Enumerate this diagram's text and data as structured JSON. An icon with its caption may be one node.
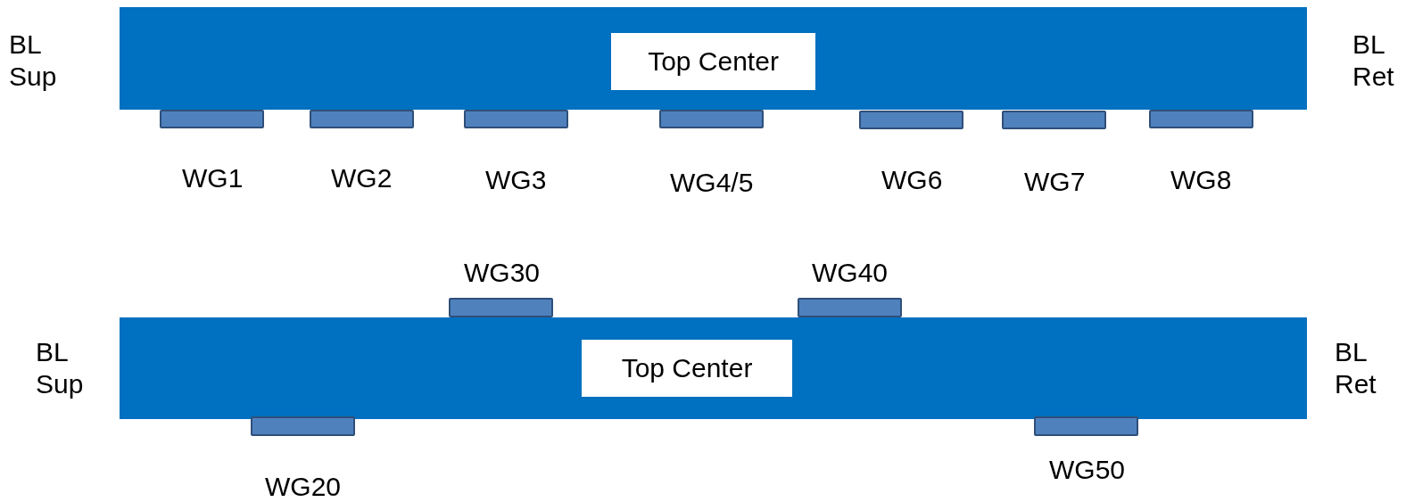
{
  "diagram": {
    "nodes": [
      {
        "text": [
          "Top Center"
        ]
      },
      {
        "text": [],
        "shape": "bar",
        "beside": [
          "WG1"
        ]
      },
      {
        "text": [],
        "shape": "bar",
        "beside": [
          "WG2"
        ]
      },
      {
        "text": [],
        "shape": "bar",
        "beside": [
          "WG3"
        ]
      },
      {
        "text": [],
        "shape": "bar",
        "beside": [
          "WG4/5"
        ]
      },
      {
        "text": [],
        "shape": "bar",
        "beside": [
          "WG6"
        ]
      },
      {
        "text": [],
        "shape": "bar",
        "beside": [
          "WG7"
        ]
      },
      {
        "text": [],
        "shape": "bar",
        "beside": [
          "WG8"
        ]
      },
      {
        "text": [],
        "shape": "bar",
        "beside": [
          "WG30"
        ]
      },
      {
        "text": [],
        "shape": "bar",
        "beside": [
          "WG40"
        ]
      },
      {
        "text": [
          "Top Center"
        ]
      },
      {
        "text": [],
        "shape": "bar",
        "beside": [
          "WG20"
        ]
      },
      {
        "text": [],
        "shape": "bar",
        "beside": [
          "WG50"
        ]
      }
    ],
    "labels": [
      "BL Sup",
      "BL Ret",
      "BL Sup",
      "BL Ret"
    ]
  }
}
